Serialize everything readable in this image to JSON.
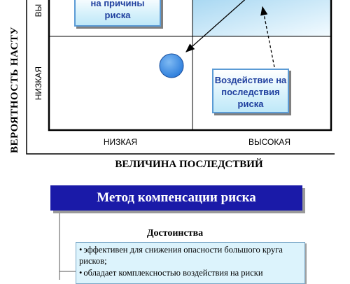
{
  "matrix": {
    "y_axis_title": "ВЕРОЯТНОСТЬ НАСТУ",
    "y_high_label": "ВЫ",
    "y_low_label": "НИЗКАЯ",
    "x_low_label": "НИЗКАЯ",
    "x_high_label": "ВЫСОКАЯ",
    "x_axis_title": "ВЕЛИЧИНА ПОСЛЕДСТВИЙ"
  },
  "boxes": {
    "causes_line1": "на причины",
    "causes_line2": "риска",
    "consequences_line1": "Воздействие на",
    "consequences_line2": "последствия",
    "consequences_line3": "риска"
  },
  "method": {
    "title": "Метод компенсации риска",
    "advantages_title": "Достоинства",
    "advantages": [
      "эффективен для снижения опасности большого круга рисков;",
      "обладает комплексностью воздействия на риски"
    ]
  },
  "colors": {
    "accent_blue": "#1a1aa8",
    "box_border": "#5b9bd5",
    "quadrant_fill": "#cfe9f7",
    "circle_fill": "#3d8fe6"
  }
}
